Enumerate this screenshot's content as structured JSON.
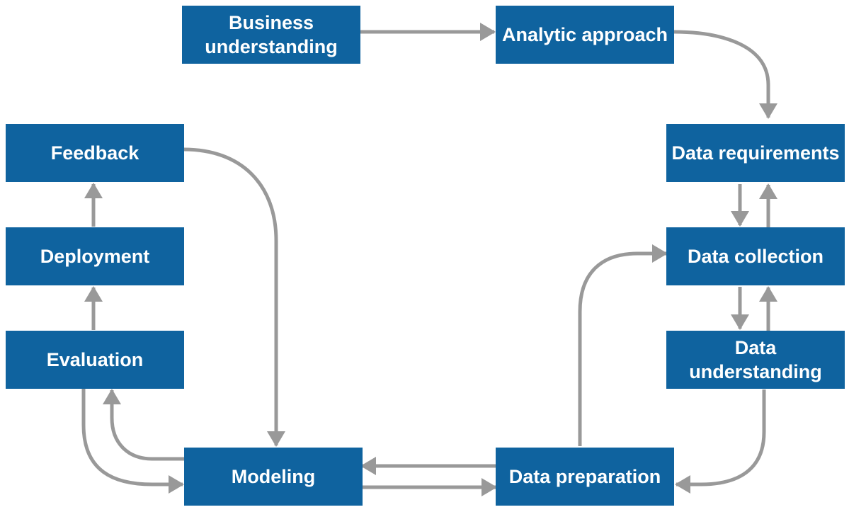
{
  "diagram": {
    "colors": {
      "box_fill": "#0f639f",
      "box_text": "#ffffff",
      "arrow": "#999999",
      "background": "#ffffff"
    },
    "stages": {
      "business_understanding": "Business understanding",
      "analytic_approach": "Analytic approach",
      "data_requirements": "Data requirements",
      "data_collection": "Data collection",
      "data_understanding": "Data understanding",
      "data_preparation": "Data preparation",
      "modeling": "Modeling",
      "evaluation": "Evaluation",
      "deployment": "Deployment",
      "feedback": "Feedback"
    },
    "connections": [
      {
        "from": "business_understanding",
        "to": "analytic_approach"
      },
      {
        "from": "analytic_approach",
        "to": "data_requirements"
      },
      {
        "from": "data_requirements",
        "to": "data_collection"
      },
      {
        "from": "data_collection",
        "to": "data_requirements"
      },
      {
        "from": "data_collection",
        "to": "data_understanding"
      },
      {
        "from": "data_understanding",
        "to": "data_collection"
      },
      {
        "from": "data_understanding",
        "to": "data_preparation"
      },
      {
        "from": "data_preparation",
        "to": "data_collection"
      },
      {
        "from": "data_preparation",
        "to": "modeling"
      },
      {
        "from": "modeling",
        "to": "data_preparation"
      },
      {
        "from": "modeling",
        "to": "evaluation"
      },
      {
        "from": "evaluation",
        "to": "modeling"
      },
      {
        "from": "evaluation",
        "to": "deployment"
      },
      {
        "from": "deployment",
        "to": "feedback"
      },
      {
        "from": "feedback",
        "to": "modeling"
      }
    ]
  }
}
